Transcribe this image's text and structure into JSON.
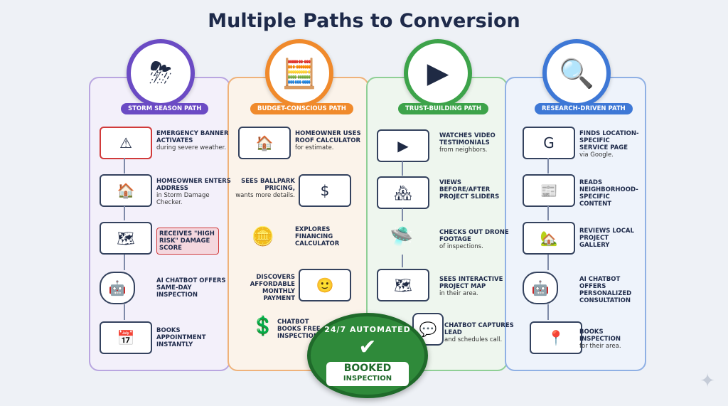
{
  "title": "Multiple Paths to Conversion",
  "paths": [
    {
      "label": "STORM SEASON PATH",
      "badge_icon": "storm-cloud-icon",
      "steps": [
        {
          "head": "EMERGENCY BANNER ACTIVATES",
          "sub": "during severe weather."
        },
        {
          "head": "HOMEOWNER ENTERS ADDRESS",
          "sub": "in Storm Damage Checker."
        },
        {
          "head": "RECEIVES \"HIGH RISK\" DAMAGE SCORE",
          "sub": ""
        },
        {
          "head": "AI CHATBOT OFFERS SAME-DAY INSPECTION",
          "sub": ""
        },
        {
          "head": "BOOKS APPOINTMENT INSTANTLY",
          "sub": ""
        }
      ]
    },
    {
      "label": "BUDGET-CONSCIOUS PATH",
      "badge_icon": "calculator-icon",
      "steps": [
        {
          "head": "HOMEOWNER USES ROOF CALCULATOR",
          "sub": "for estimate."
        },
        {
          "head": "SEES BALLPARK PRICING,",
          "sub": "wants more details."
        },
        {
          "head": "EXPLORES FINANCING CALCULATOR",
          "sub": ""
        },
        {
          "head": "DISCOVERS AFFORDABLE MONTHLY PAYMENT",
          "sub": ""
        },
        {
          "head": "CHATBOT BOOKS FREE INSPECTION",
          "sub": ""
        }
      ]
    },
    {
      "label": "TRUST-BUILDING PATH",
      "badge_icon": "video-shield-icon",
      "steps": [
        {
          "head": "WATCHES VIDEO TESTIMONIALS",
          "sub": "from neighbors."
        },
        {
          "head": "VIEWS BEFORE/AFTER PROJECT SLIDERS",
          "sub": ""
        },
        {
          "head": "CHECKS OUT DRONE FOOTAGE",
          "sub": "of inspections."
        },
        {
          "head": "SEES INTERACTIVE PROJECT MAP",
          "sub": "in their area."
        },
        {
          "head": "CHATBOT CAPTURES LEAD",
          "sub": "and schedules call."
        }
      ]
    },
    {
      "label": "RESEARCH-DRIVEN PATH",
      "badge_icon": "magnifier-pin-icon",
      "steps": [
        {
          "head": "FINDS LOCATION-SPECIFIC SERVICE PAGE",
          "sub": "via Google."
        },
        {
          "head": "READS NEIGHBORHOOD-SPECIFIC CONTENT",
          "sub": ""
        },
        {
          "head": "REVIEWS LOCAL PROJECT GALLERY",
          "sub": ""
        },
        {
          "head": "AI CHATBOT OFFERS PERSONALIZED CONSULTATION",
          "sub": ""
        },
        {
          "head": "BOOKS INSPECTION",
          "sub": "for their area."
        }
      ]
    }
  ],
  "center": {
    "ring_text": "24/7 AUTOMATED",
    "main": "BOOKED",
    "sub": "INSPECTION"
  }
}
